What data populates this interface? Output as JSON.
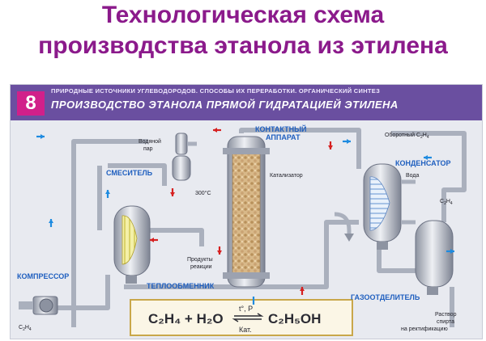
{
  "title": {
    "line1": "Технологическая схема",
    "line2": "производства этанола из этилена"
  },
  "poster": {
    "number": "8",
    "subtitle": "ПРИРОДНЫЕ ИСТОЧНИКИ УГЛЕВОДОРОДОВ. СПОСОБЫ ИХ ПЕРЕРАБОТКИ. ОРГАНИЧЕСКИЙ СИНТЕЗ",
    "heading": "ПРОИЗВОДСТВО ЭТАНОЛА ПРЯМОЙ ГИДРАТАЦИЕЙ ЭТИЛЕНА"
  },
  "labels": {
    "contact_apparatus": "КОНТАКТНЫЙ",
    "contact_apparatus2": "АППАРАТ",
    "water_vapor": "Водяной",
    "water_vapor2": "пар",
    "mixer": "СМЕСИТЕЛЬ",
    "catalyst": "Катализатор",
    "temp": "300°C",
    "recycle": "Оборотный C",
    "recycle_sub": "2",
    "recycle_end": "H",
    "recycle_sub2": "4",
    "condenser": "КОНДЕНСАТОР",
    "water": "Вода",
    "c2h4_right": "C",
    "c2h4_right_sub": "2",
    "c2h4_right_h": "H",
    "c2h4_right_sub2": "4",
    "products": "Продукты",
    "products2": "реакции",
    "compressor": "КОМПРЕССОР",
    "heat_exchanger": "ТЕПЛООБМЕННИК",
    "gas_separator": "ГАЗООТДЕЛИТЕЛЬ",
    "c2h4_left": "C",
    "c2h4_left_sub": "2",
    "c2h4_left_h": "H",
    "c2h4_left_sub2": "4",
    "solution": "Раствор",
    "solution2": "спирта",
    "solution3": "на ректификацию"
  },
  "equation": {
    "left": "C₂H₄ + H₂O",
    "above_arrow": "t°, P",
    "below_arrow": "Кат.",
    "right": "C₂H₅OH"
  },
  "colors": {
    "title": "#8b1a8b",
    "header": "#6a4fa0",
    "badge": "#d1208a",
    "label_blue": "#1f5fbf",
    "arrow_red": "#d62020",
    "arrow_blue": "#1e8be0",
    "pipe": "#b9bfcc"
  }
}
